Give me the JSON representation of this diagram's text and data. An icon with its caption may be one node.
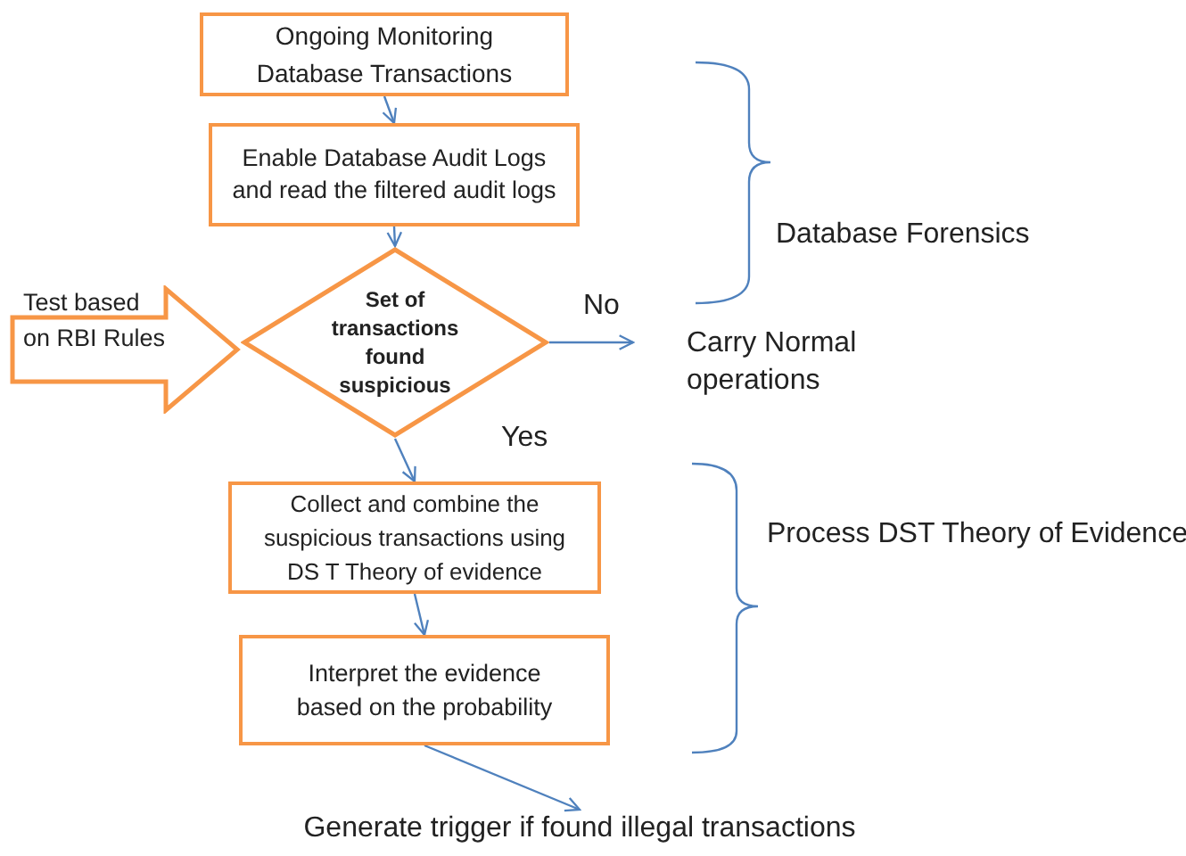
{
  "diagram": {
    "nodes": [
      {
        "text": [
          "Ongoing Monitoring Database Transactions"
        ]
      },
      {
        "text": [
          "Enable Database Audit Logs and read the filtered audit logs"
        ]
      },
      {
        "text": [
          "Set of transactions found suspicious"
        ]
      },
      {
        "text": [
          "Test based on RBI Rules"
        ]
      },
      {
        "text": [
          "Carry Normal operations"
        ]
      },
      {
        "text": [
          "Collect and combine the suspicious transactions using DS T Theory of evidence"
        ]
      },
      {
        "text": [
          "Interpret the evidence based on the probability"
        ]
      },
      {
        "text": [
          "Generate trigger if found illegal transactions"
        ]
      }
    ],
    "edges": [
      {
        "from": 0,
        "to": 1,
        "arrow": "to"
      },
      {
        "from": 1,
        "to": 2,
        "arrow": "to"
      },
      {
        "from": 2,
        "to": 4,
        "arrow": "to",
        "label": "No"
      },
      {
        "from": 2,
        "to": 5,
        "arrow": "to",
        "label": "Yes"
      },
      {
        "from": 5,
        "to": 6,
        "arrow": "to"
      },
      {
        "from": 6,
        "to": 7,
        "arrow": "to"
      }
    ],
    "labels": [
      "Database Forensics",
      "Process DST Theory of Evidence"
    ]
  }
}
